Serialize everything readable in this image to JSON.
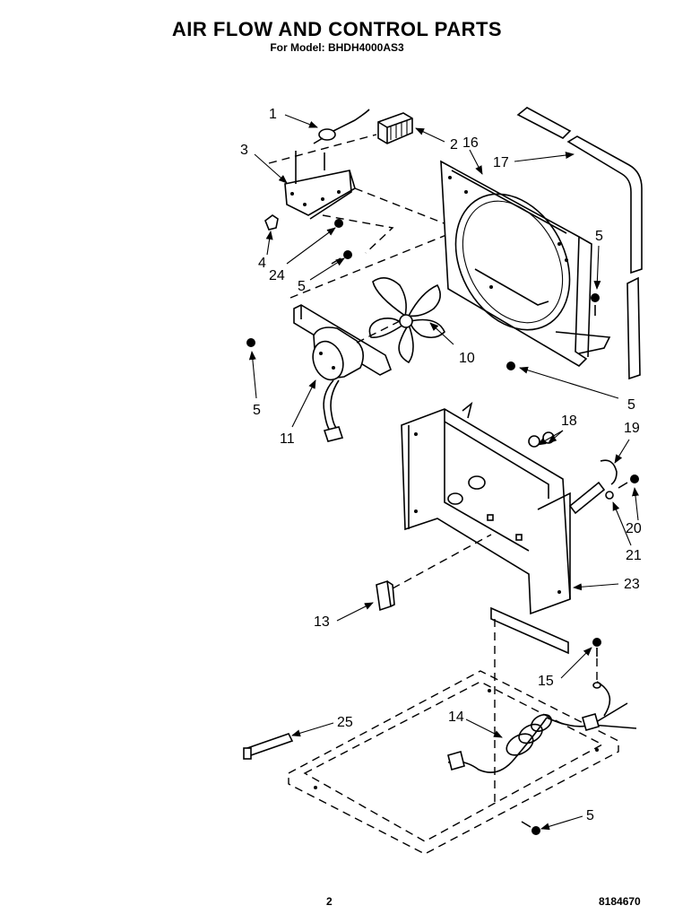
{
  "header": {
    "title": "AIR FLOW AND CONTROL PARTS",
    "subtitle": "For Model: BHDH4000AS3"
  },
  "footer": {
    "page_number": "2",
    "doc_number": "8184670"
  },
  "callouts": [
    "1",
    "2",
    "16",
    "3",
    "17",
    "5",
    "4",
    "24",
    "5",
    "10",
    "5",
    "5",
    "11",
    "18",
    "19",
    "20",
    "21",
    "23",
    "13",
    "15",
    "14",
    "25",
    "5"
  ]
}
